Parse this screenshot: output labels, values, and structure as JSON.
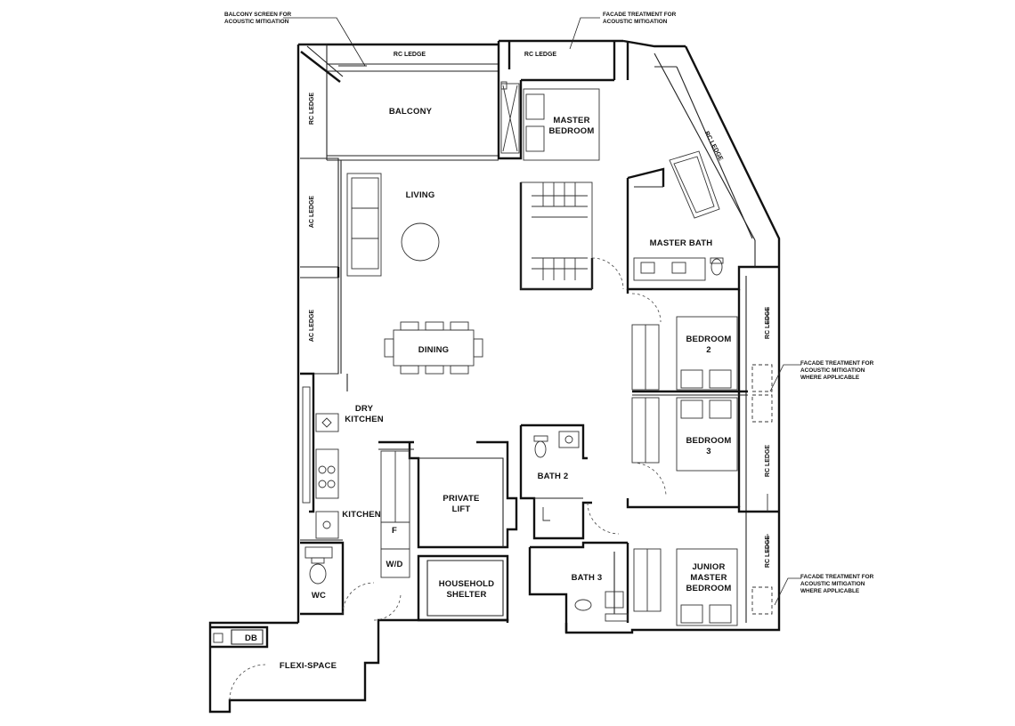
{
  "rooms": {
    "balcony": "BALCONY",
    "master_bedroom_1": "MASTER",
    "master_bedroom_2": "BEDROOM",
    "living": "LIVING",
    "master_bath": "MASTER BATH",
    "dining": "DINING",
    "bedroom2_1": "BEDROOM",
    "bedroom2_2": "2",
    "dry_kitchen_1": "DRY",
    "dry_kitchen_2": "KITCHEN",
    "bedroom3_1": "BEDROOM",
    "bedroom3_2": "3",
    "bath2": "BATH 2",
    "private_lift_1": "PRIVATE",
    "private_lift_2": "LIFT",
    "kitchen": "KITCHEN",
    "fridge": "F",
    "washer_dryer": "W/D",
    "bath3": "BATH 3",
    "junior_master_1": "JUNIOR",
    "junior_master_2": "MASTER",
    "junior_master_3": "BEDROOM",
    "household_shelter_1": "HOUSEHOLD",
    "household_shelter_2": "SHELTER",
    "wc": "WC",
    "db": "DB",
    "flexi_space": "FLEXI-SPACE"
  },
  "ledges": {
    "rc_ledge_top_left": "RC LEDGE",
    "rc_ledge_top_right": "RC LEDGE",
    "rc_ledge_balcony_side": "RC LEDGE",
    "rc_ledge_diagonal": "RC LEDGE",
    "ac_ledge_living": "AC LEDGE",
    "ac_ledge_dining": "AC LEDGE",
    "rc_ledge_bedroom2": "RC LEDGE",
    "rc_ledge_bedroom3": "RC LEDGE",
    "rc_ledge_junior": "RC LEDGE"
  },
  "notes": {
    "balcony_screen_1": "BALCONY SCREEN FOR",
    "balcony_screen_2": "ACOUSTIC MITIGATION",
    "facade_top_1": "FACADE TREATMENT FOR",
    "facade_top_2": "ACOUSTIC MITIGATION",
    "facade_mid_1": "FACADE TREATMENT FOR",
    "facade_mid_2": "ACOUSTIC MITIGATION",
    "facade_mid_3": "WHERE APPLICABLE",
    "facade_bot_1": "FACADE TREATMENT FOR",
    "facade_bot_2": "ACOUSTIC MITIGATION",
    "facade_bot_3": "WHERE APPLICABLE"
  }
}
